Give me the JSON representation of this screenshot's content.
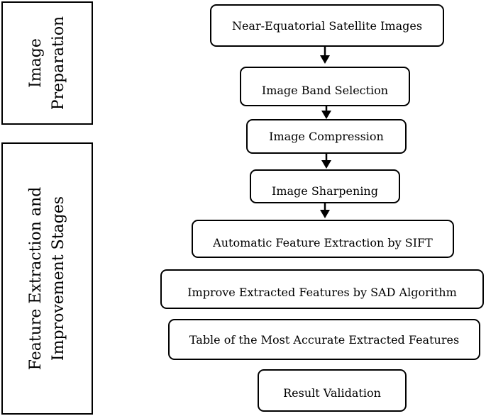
{
  "sidebar": {
    "image_preparation": {
      "line1": "Image",
      "line2": "Preparation"
    },
    "feature_stages": {
      "line1": "Feature Extraction and",
      "line2": "Improvement Stages"
    }
  },
  "steps": [
    "Near-Equatorial Satellite Images",
    "Image Band Selection",
    "Image Compression",
    "Image Sharpening",
    "Automatic Feature Extraction by SIFT",
    "Improve Extracted Features by SAD Algorithm",
    "Table of the Most Accurate Extracted Features",
    "Result Validation"
  ]
}
